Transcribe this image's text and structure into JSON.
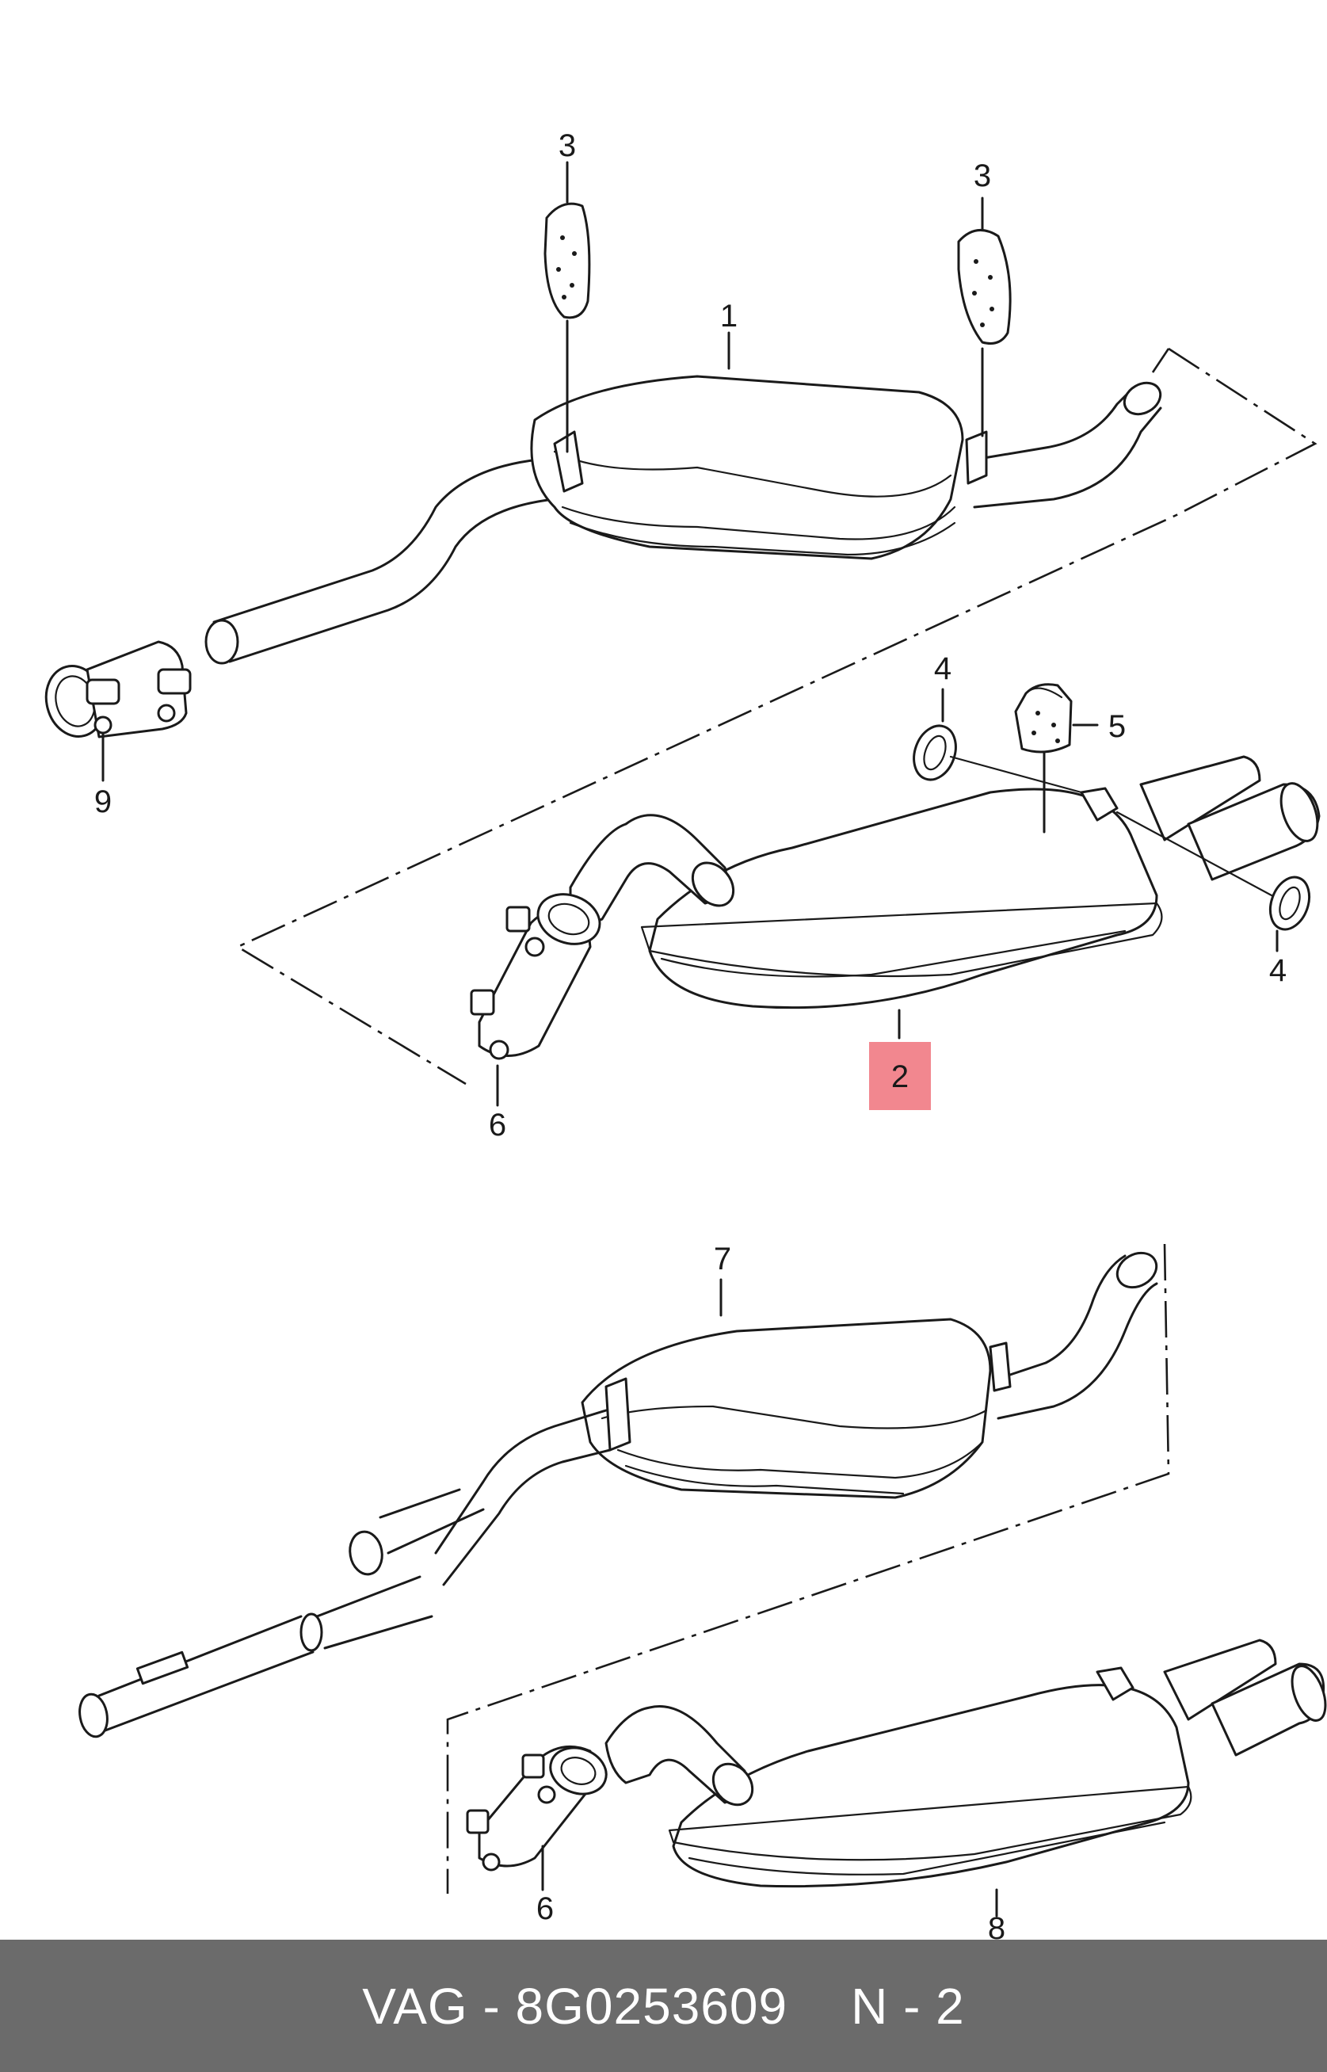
{
  "diagram": {
    "callouts": [
      "1",
      "2",
      "3",
      "3",
      "4",
      "4",
      "5",
      "6",
      "6",
      "7",
      "8",
      "9"
    ],
    "highlighted_callout": "2",
    "highlight_color": "#f2878f"
  },
  "footer": {
    "brand": "VAG",
    "separator": "-",
    "part_number": "8G0253609",
    "page_label": "N - 2",
    "background_color": "#6b6b6b"
  }
}
